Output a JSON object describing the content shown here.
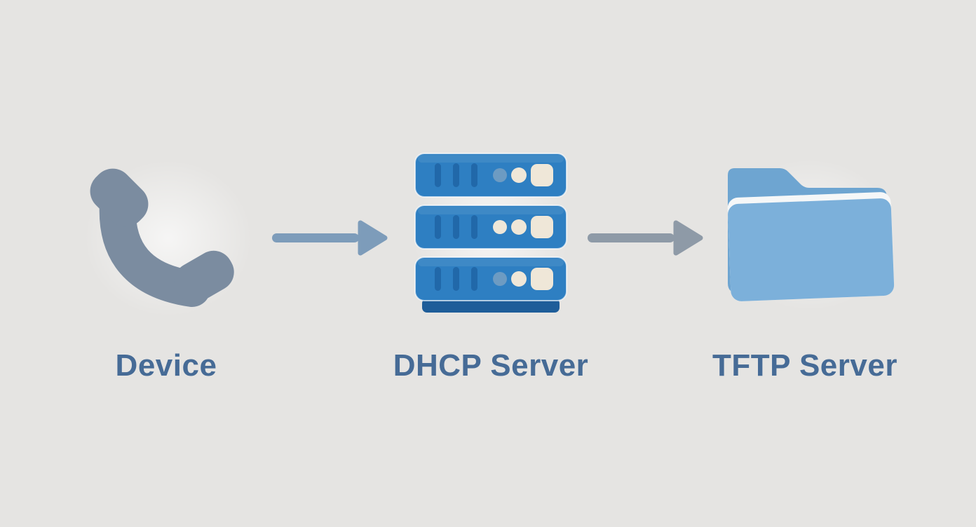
{
  "diagram": {
    "type": "flow",
    "nodes": [
      {
        "id": "device",
        "label": "Device",
        "icon": "phone-icon"
      },
      {
        "id": "dhcp-server",
        "label": "DHCP Server",
        "icon": "server-stack-icon"
      },
      {
        "id": "tftp-server",
        "label": "TFTP Server",
        "icon": "folder-icon"
      }
    ],
    "edges": [
      {
        "from": "device",
        "to": "dhcp-server",
        "icon": "arrow-right-icon"
      },
      {
        "from": "dhcp-server",
        "to": "tftp-server",
        "icon": "arrow-right-icon"
      }
    ]
  },
  "colors": {
    "background": "#e5e4e2",
    "label-text": "#466b96",
    "phone": "#7b8ca0",
    "arrow-1": "#7d9cba",
    "arrow-2": "#8e9aa7",
    "server-body": "#2e7fc2",
    "server-slot": "#2168a9",
    "server-base": "#1e5d99",
    "server-dot-cream": "#efe7d8",
    "server-dot-muted": "#6d9bc2",
    "folder-back": "#6ea5d1",
    "folder-front": "#7cb0da",
    "folder-gap": "#f5f7f8"
  }
}
